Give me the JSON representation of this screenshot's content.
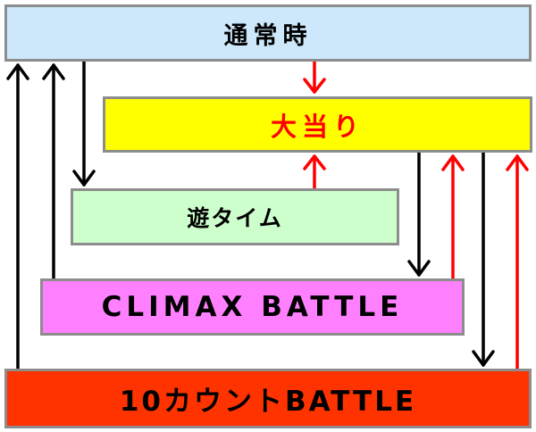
{
  "boxes": {
    "normal": "通常時",
    "jackpot": "大当り",
    "yu_time": "遊タイム",
    "climax": "CLIMAX BATTLE",
    "count_battle": "10カウントBATTLE"
  },
  "colors": {
    "normal_bg": "#cce8fa",
    "jackpot_bg": "#ffff00",
    "jackpot_text": "#ff0000",
    "yu_time_bg": "#ccffcc",
    "climax_bg": "#ff80ff",
    "count_battle_bg": "#ff3300",
    "arrow_black": "#000000",
    "arrow_red": "#ff0000"
  }
}
